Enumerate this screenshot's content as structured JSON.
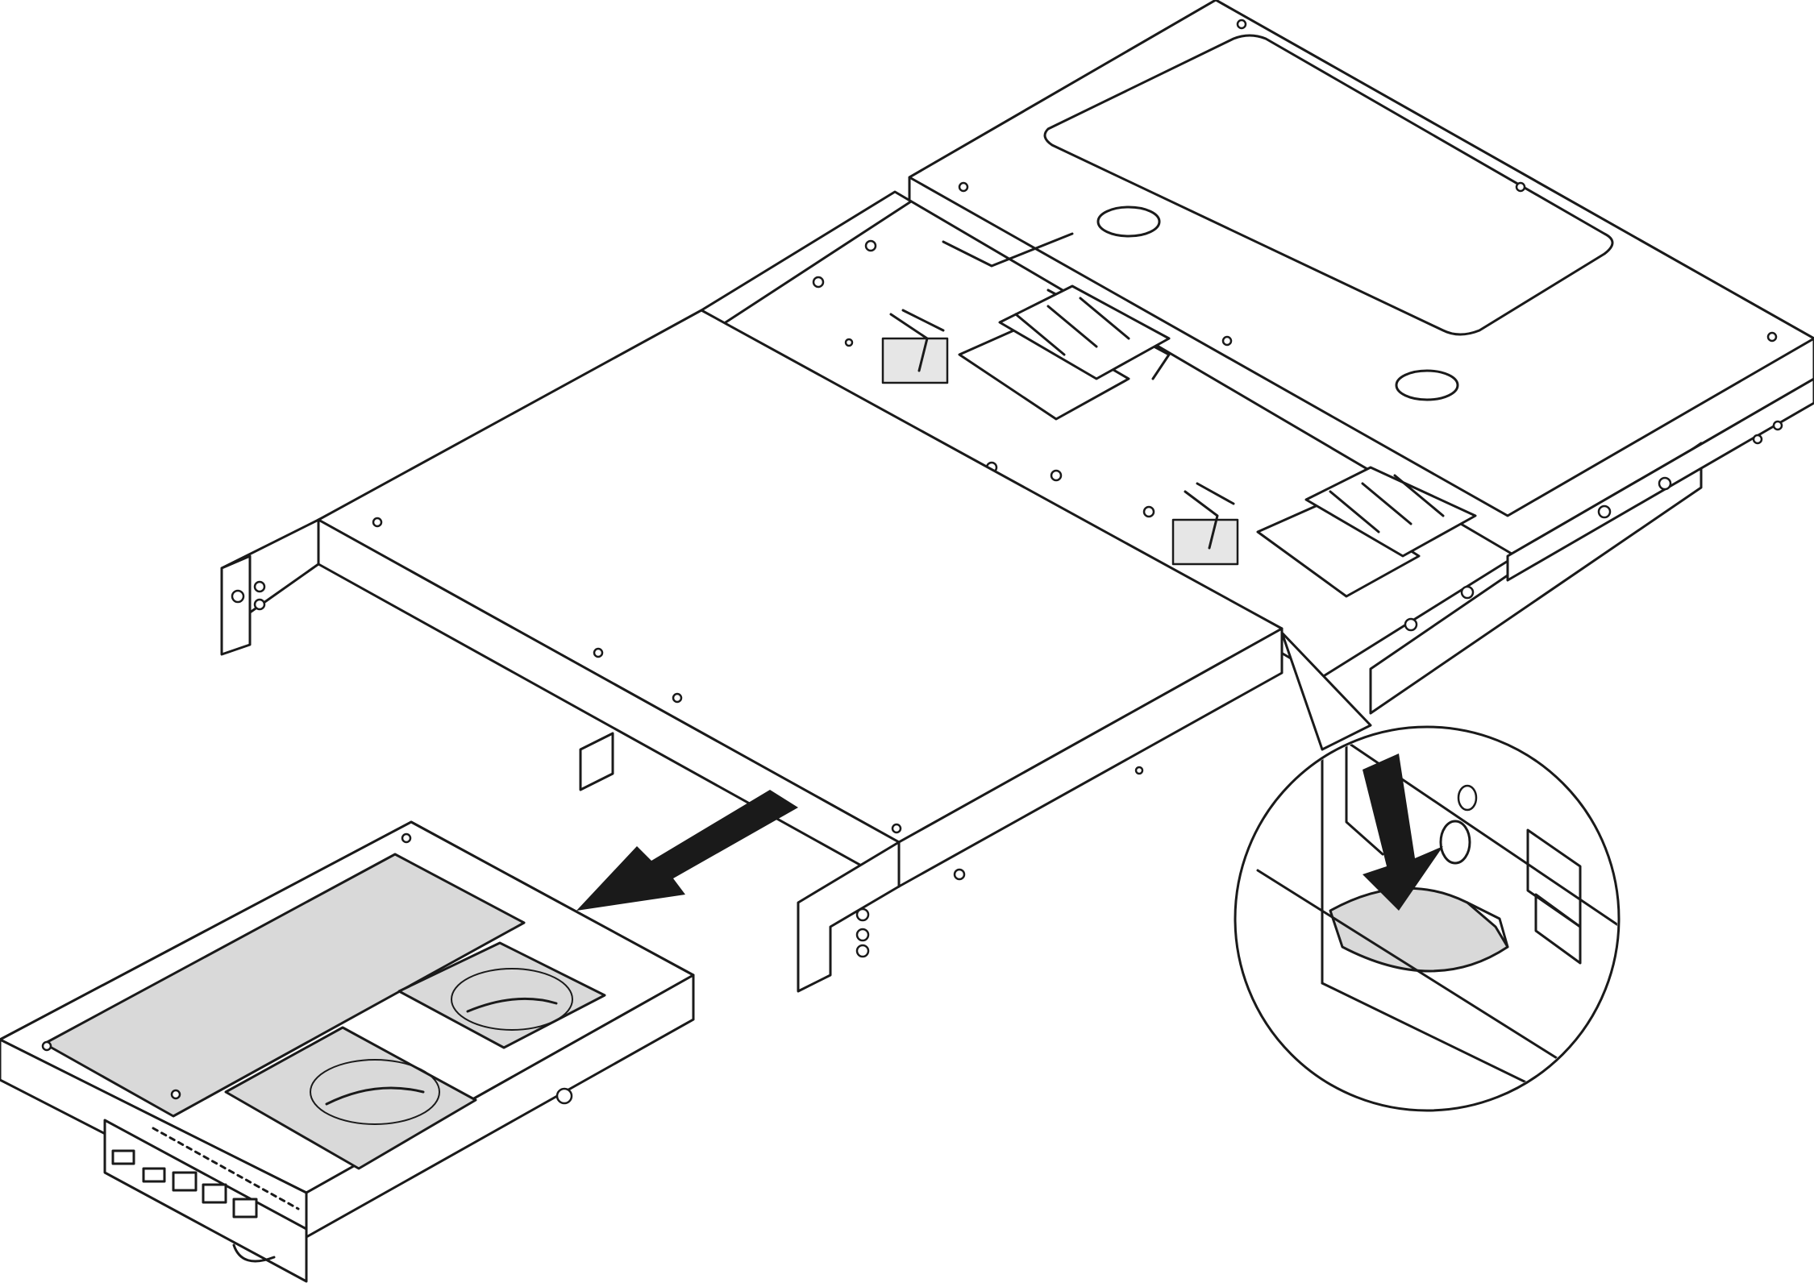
{
  "figure": {
    "kind": "hardware-removal-illustration",
    "parts": [
      "chassis",
      "removed-node-tray",
      "release-latch-callout"
    ],
    "arrows": [
      "pull-out-direction-arrow",
      "press-down-arrow"
    ],
    "colors": {
      "line": "#1a1a1a",
      "background": "#ffffff",
      "shaded_surface": "#d9d9d9"
    }
  }
}
